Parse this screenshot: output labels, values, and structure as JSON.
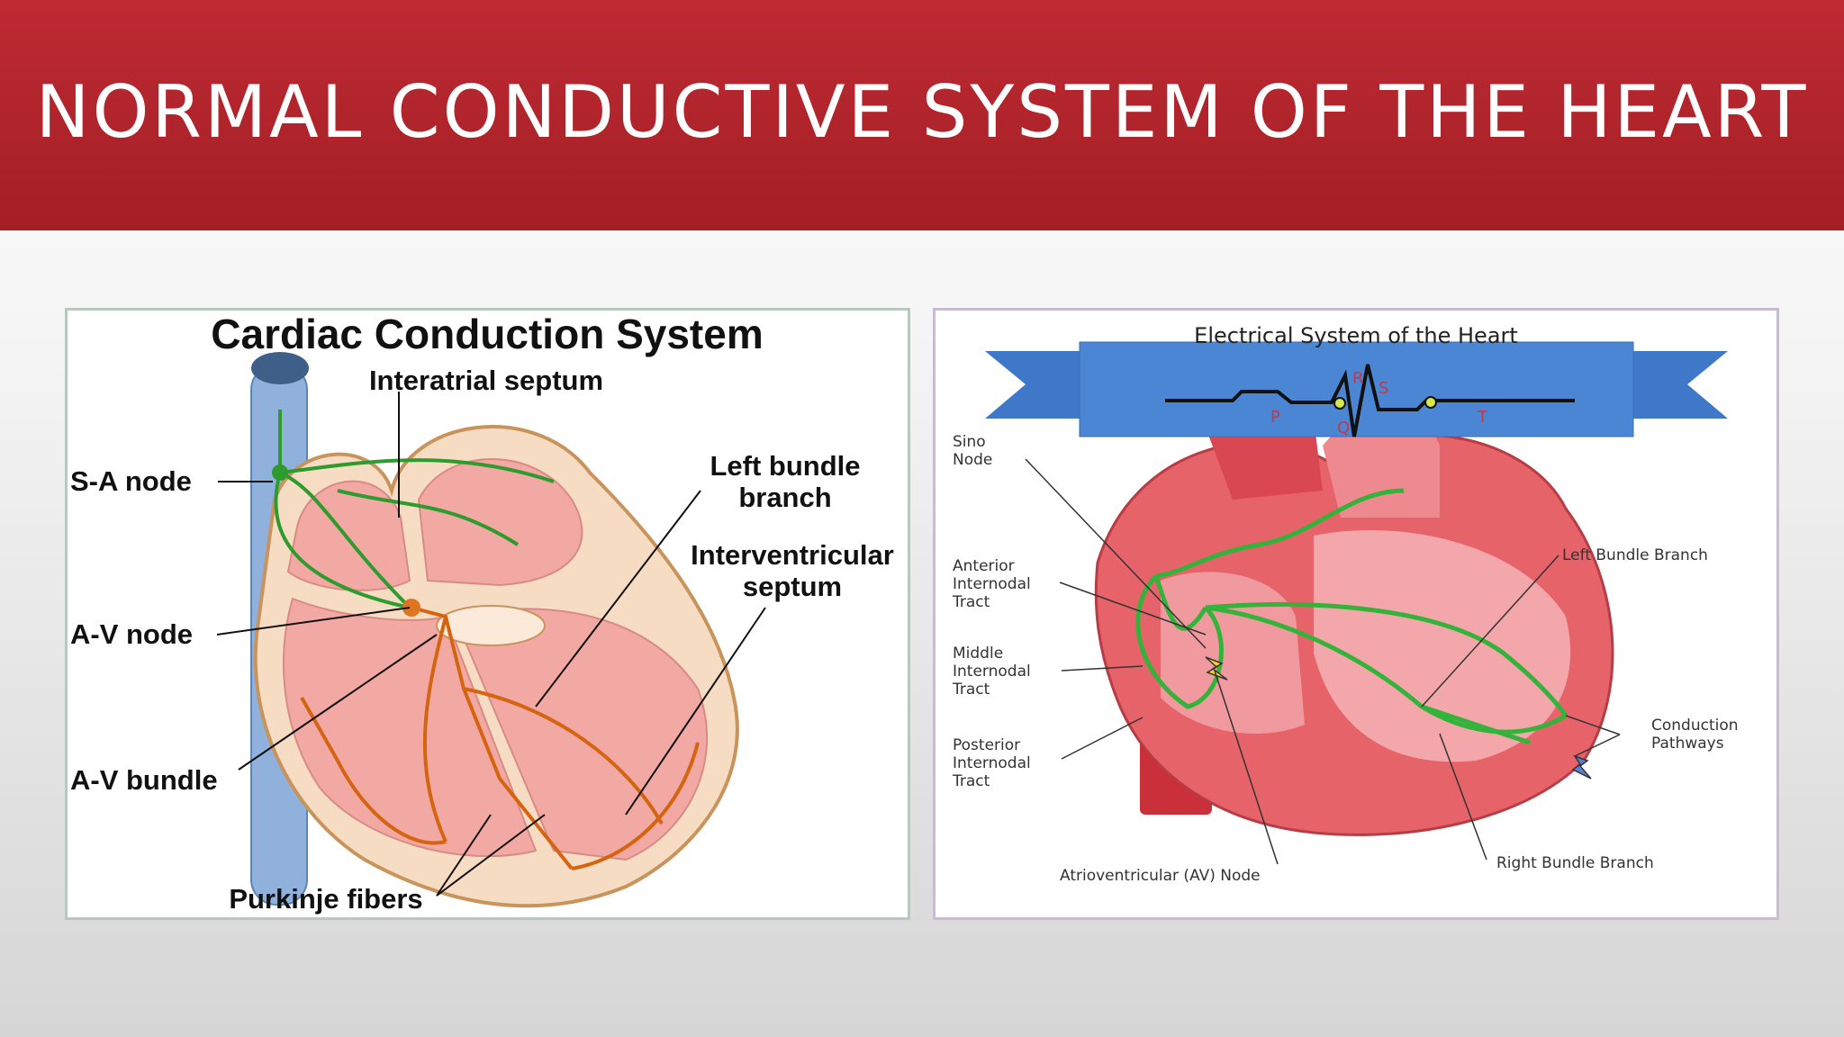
{
  "slide": {
    "title": "NORMAL CONDUCTIVE SYSTEM OF THE HEART"
  },
  "left_diagram": {
    "title": "Cardiac Conduction System",
    "labels": {
      "interatrial_septum": "Interatrial septum",
      "sa_node": "S-A node",
      "left_bundle_branch_1": "Left bundle",
      "left_bundle_branch_2": "branch",
      "interventricular_septum_1": "Interventricular",
      "interventricular_septum_2": "septum",
      "av_node": "A-V node",
      "av_bundle": "A-V bundle",
      "purkinje_fibers": "Purkinje fibers"
    }
  },
  "right_diagram": {
    "title": "Electrical System of the Heart",
    "ecg_letters": {
      "p": "P",
      "q": "Q",
      "r": "R",
      "s": "S",
      "t": "T"
    },
    "labels": {
      "sinoatrial_node_1": "Sino",
      "sinoatrial_node_2": "Node",
      "anterior_1": "Anterior",
      "anterior_2": "Internodal",
      "anterior_3": "Tract",
      "middle_1": "Middle",
      "middle_2": "Internodal",
      "middle_3": "Tract",
      "posterior_1": "Posterior",
      "posterior_2": "Internodal",
      "posterior_3": "Tract",
      "left_bundle_branch": "Left Bundle Branch",
      "conduction_1": "Conduction",
      "conduction_2": "Pathways",
      "right_bundle_branch": "Right Bundle Branch",
      "av_node": "Atrioventricular (AV) Node"
    }
  },
  "colors": {
    "banner": "#b2262d",
    "conduction_green": "#2e9b2e",
    "purkinje_orange": "#d4640f",
    "heart_pink": "#f2a9a4",
    "ribbon_blue": "#4a86d4"
  }
}
